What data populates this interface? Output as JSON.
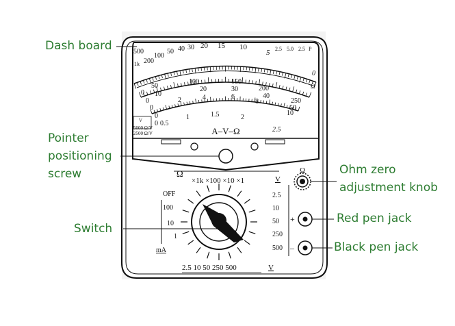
{
  "labels": {
    "dash_board": "Dash board",
    "pointer_screw": [
      "Pointer",
      "positioning",
      "screw"
    ],
    "switch": "Switch",
    "ohm_knob": [
      "Ohm zero",
      "adjustment knob"
    ],
    "red_jack": "Red pen jack",
    "black_jack": "Black pen jack"
  },
  "dial": {
    "ohm_scale": [
      "500",
      "200",
      "100",
      "50",
      "40",
      "30",
      "20",
      "15",
      "10",
      "5",
      "2.5",
      "5.0",
      "2.5",
      "P",
      "0"
    ],
    "ohm_prefix": "1k",
    "ohm_unit": "Ω",
    "v_ticks_a": [
      "0",
      "50",
      "100",
      "150",
      "200",
      "250"
    ],
    "v_ticks_b": [
      "0",
      "10",
      "20",
      "30",
      "40",
      "50"
    ],
    "v_ticks_c": [
      "0",
      "2",
      "4",
      "6",
      "8",
      "10"
    ],
    "ac_ticks": [
      "0",
      "0.5",
      "1",
      "1.5",
      "2",
      "2.5"
    ],
    "ac_prefix": "0",
    "v_label": "V",
    "sens_1": "5000 Ω/V",
    "sens_2": "2500 Ω/V",
    "face_title": "A–V–Ω"
  },
  "selector": {
    "ohm_symbol": "Ω",
    "ohm_ranges": "×1k ×100 ×10 ×1",
    "v_symbol": "V",
    "ma_ranges": [
      "OFF",
      "100",
      "10",
      "1"
    ],
    "ma_unit": "mA",
    "dcv_ranges": [
      "2.5",
      "10",
      "50",
      "250",
      "500"
    ],
    "acv_ranges": "2.5  10  50  250  500",
    "acv_unit": "V",
    "plus": "+",
    "minus": "–",
    "knob_symbol": "Ω"
  }
}
